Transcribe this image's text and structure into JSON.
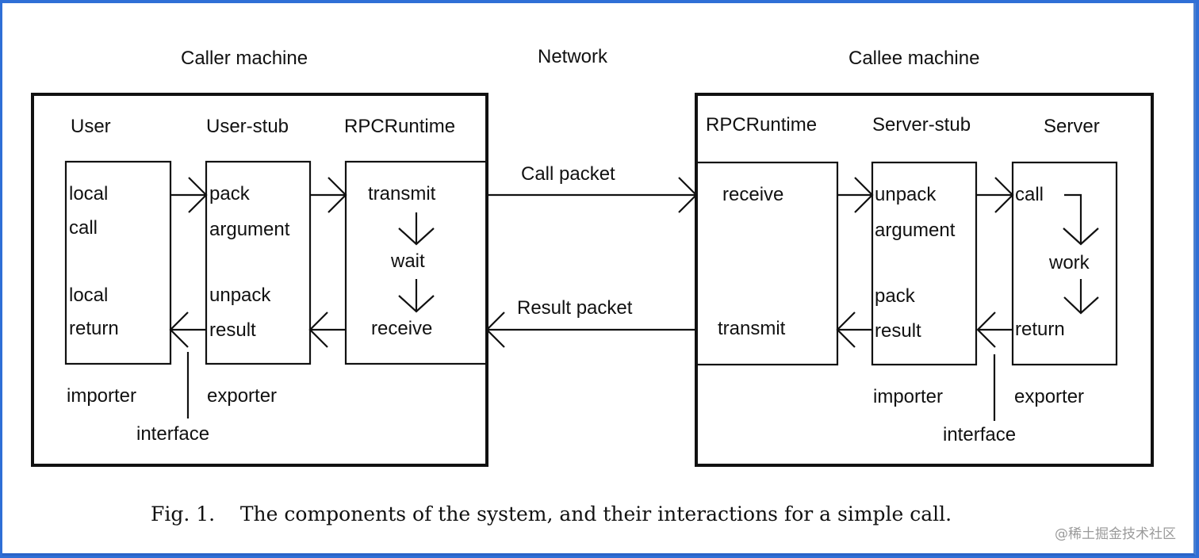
{
  "headings": {
    "caller": "Caller machine",
    "network": "Network",
    "callee": "Callee machine"
  },
  "caller": {
    "columns": {
      "user": "User",
      "user_stub": "User-stub",
      "rpc_runtime": "RPCRuntime"
    },
    "user_box": [
      "local",
      "call",
      "local",
      "return"
    ],
    "user_stub_box": [
      "pack",
      "argument",
      "unpack",
      "result"
    ],
    "runtime_box": [
      "transmit",
      "wait",
      "receive"
    ],
    "importer": "importer",
    "exporter": "exporter",
    "interface": "interface"
  },
  "network": {
    "call_packet": "Call packet",
    "result_packet": "Result packet"
  },
  "callee": {
    "columns": {
      "rpc_runtime": "RPCRuntime",
      "server_stub": "Server-stub",
      "server": "Server"
    },
    "runtime_box": [
      "receive",
      "transmit"
    ],
    "server_stub_box": [
      "unpack",
      "argument",
      "pack",
      "result"
    ],
    "server_box": [
      "call",
      "work",
      "return"
    ],
    "importer": "importer",
    "exporter": "exporter",
    "interface": "interface"
  },
  "caption": "Fig. 1.    The components of the system, and their interactions for a simple call.",
  "watermark": "@稀土掘金技术社区",
  "colors": {
    "frame_blue": "#2f6fd6",
    "ink": "#111111"
  }
}
